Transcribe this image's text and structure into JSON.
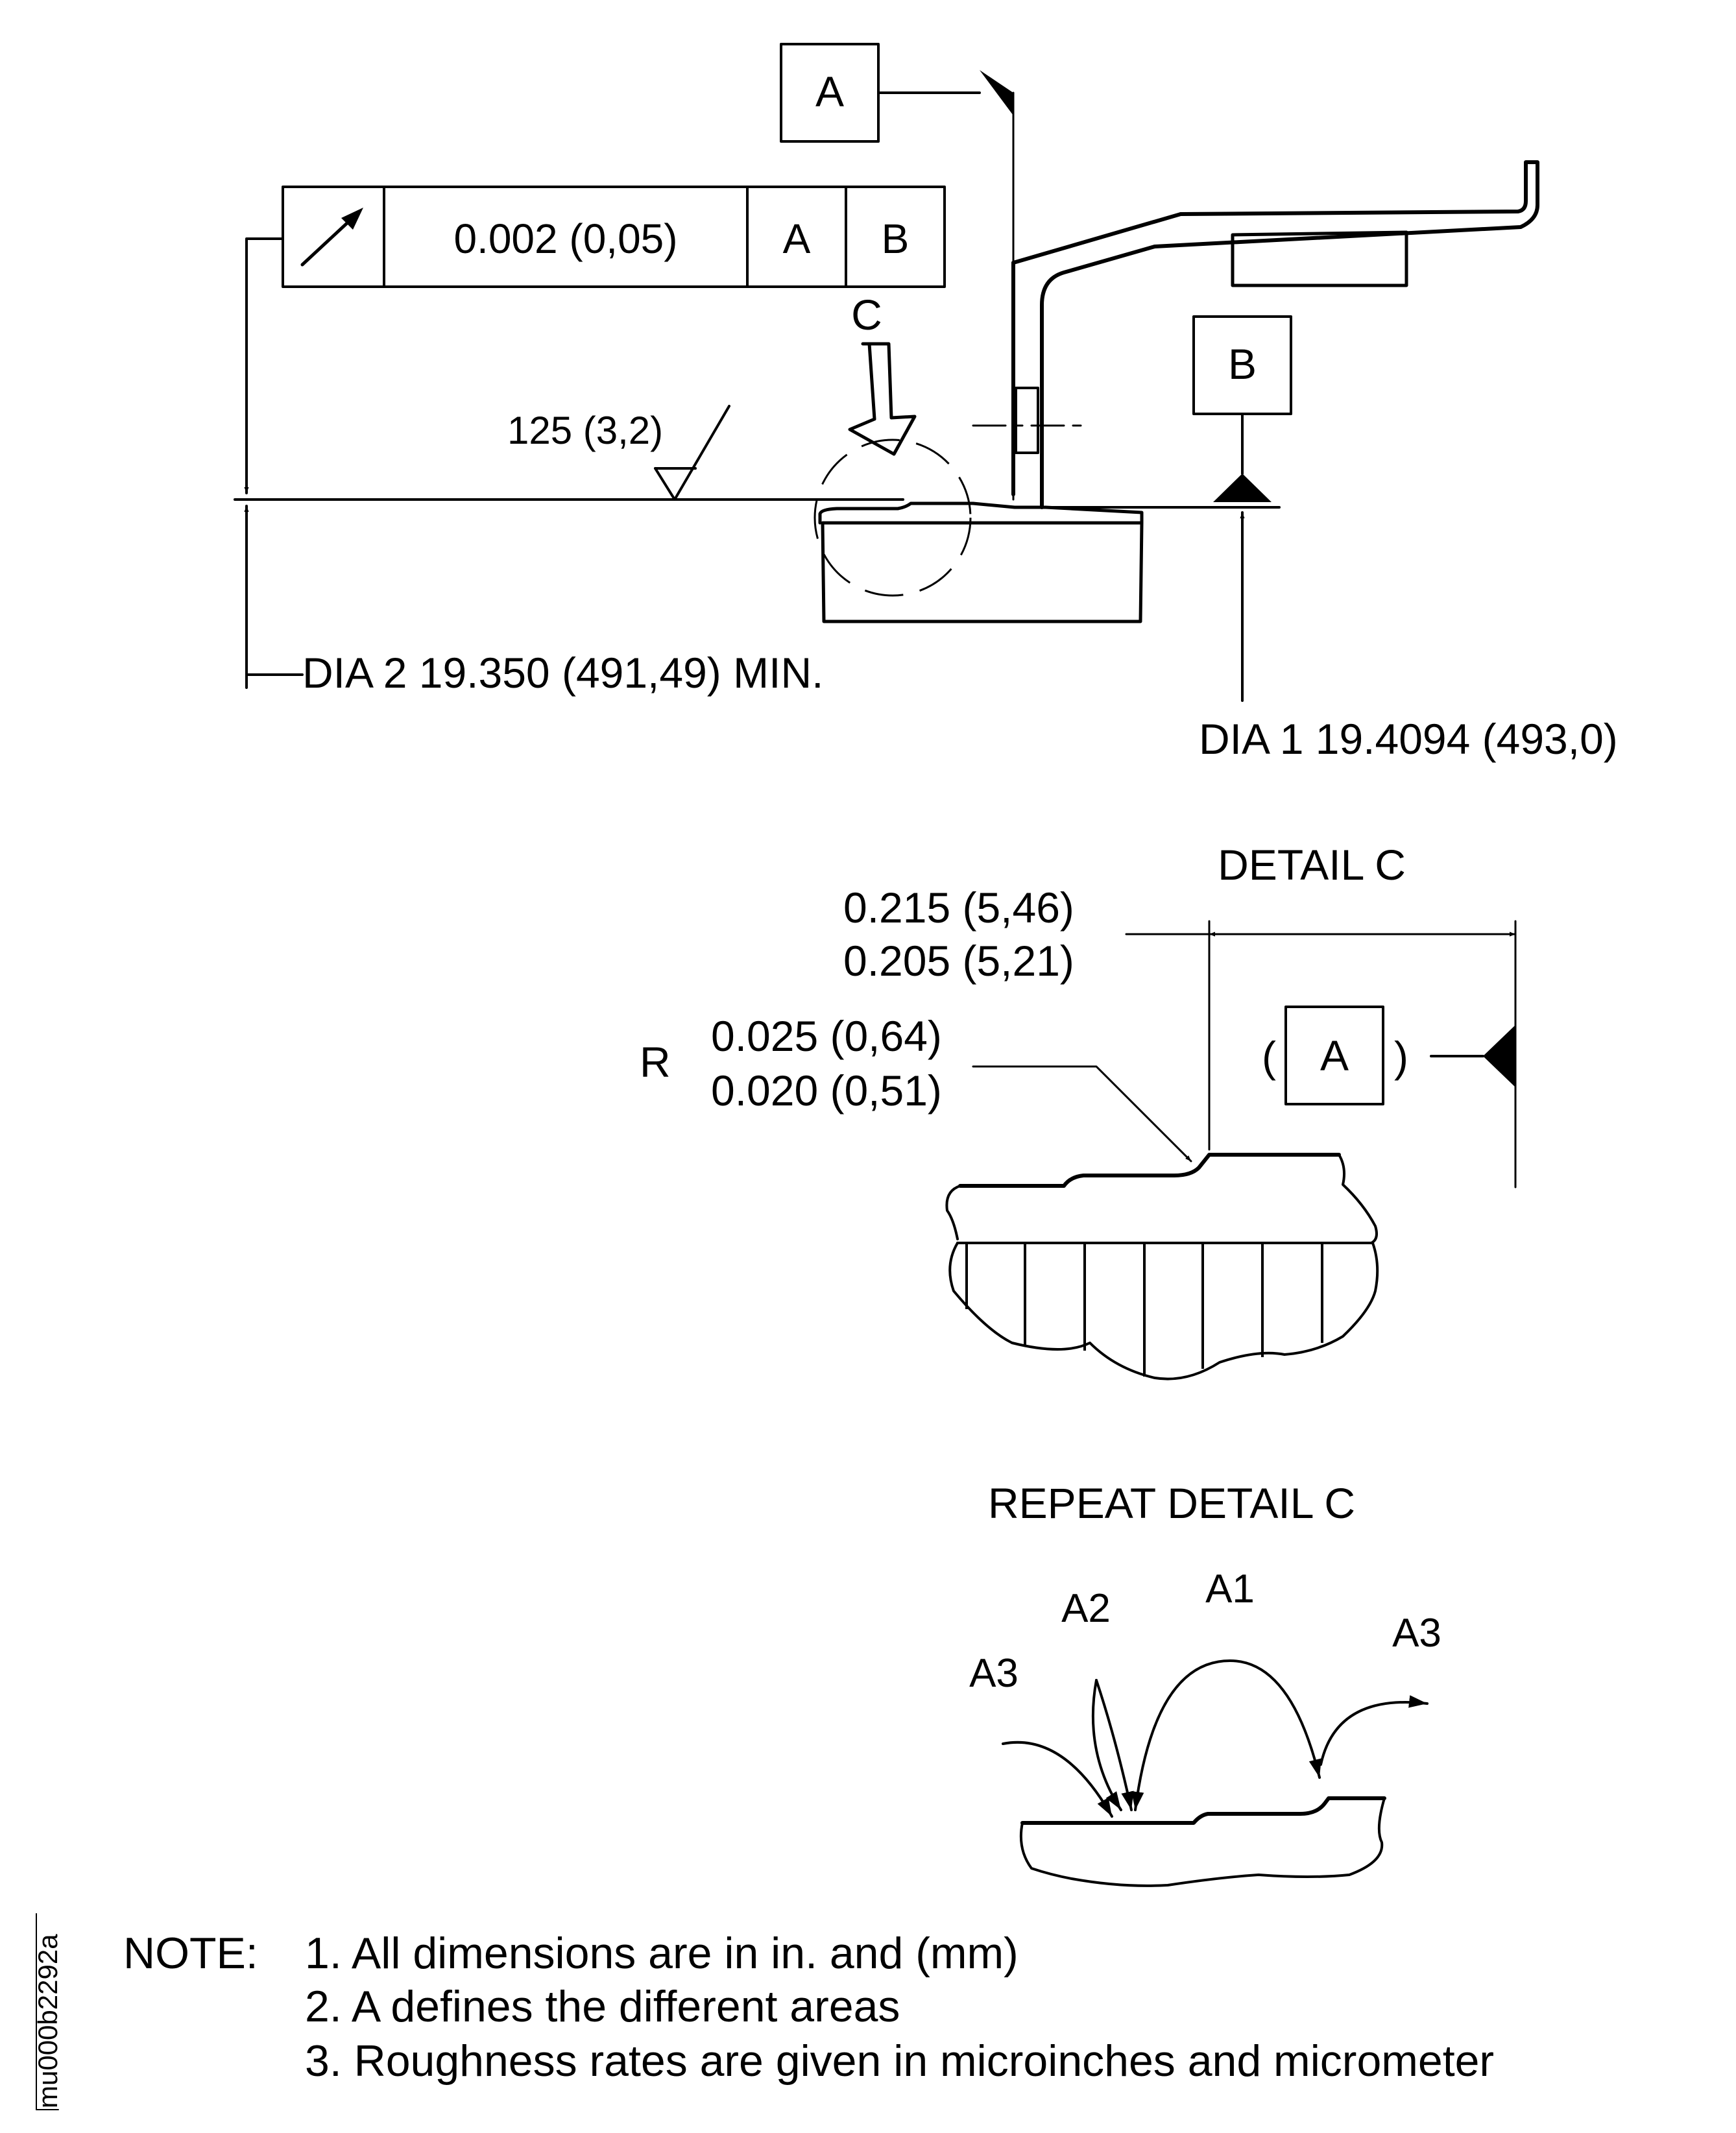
{
  "drawing": {
    "datum_a_label": "A",
    "datum_b_label": "B",
    "fcf": {
      "tolerance": "0.002 (0,05)",
      "datum1": "A",
      "datum2": "B"
    },
    "detail_callout": "C",
    "roughness": "125 (3,2)",
    "dia2": "DIA 2 19.350 (491,49) MIN.",
    "dia1": "DIA 1 19.4094 (493,0)"
  },
  "detail_c": {
    "title": "DETAIL C",
    "dim_upper": "0.215 (5,46)",
    "dim_lower": "0.205 (5,21)",
    "radius_prefix": "R",
    "radius_upper": "0.025 (0,64)",
    "radius_lower": "0.020 (0,51)",
    "ref_open": "(",
    "ref_datum": "A",
    "ref_close": ")"
  },
  "repeat_detail": {
    "title": "REPEAT DETAIL C",
    "labels": [
      "A1",
      "A2",
      "A3",
      "A3"
    ]
  },
  "notes": {
    "heading": "NOTE:",
    "items": [
      "1. All dimensions are in in. and (mm)",
      "2. A defines the different areas",
      "3. Roughness rates are given in microinches and micrometer"
    ]
  },
  "figure_id": "mu000b2292a"
}
